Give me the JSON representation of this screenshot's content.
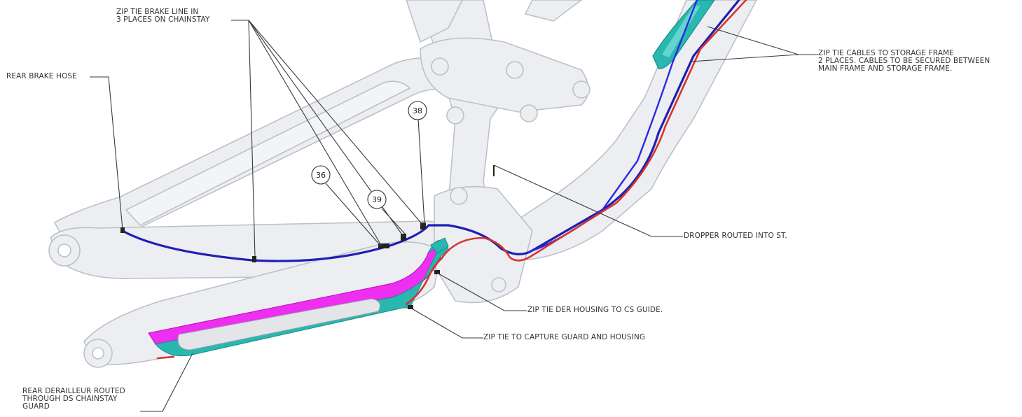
{
  "callouts": {
    "zip_tie_brake_line": [
      "ZIP TIE BRAKE LINE IN",
      "3 PLACES ON CHAINSTAY"
    ],
    "rear_brake_hose": [
      "REAR BRAKE HOSE"
    ],
    "zip_tie_storage_frame": [
      "ZIP TIE CABLES TO STORAGE FRAME",
      "2 PLACES. CABLES TO BE SECURED BETWEEN",
      "MAIN FRAME AND STORAGE FRAME."
    ],
    "dropper_routed": [
      "DROPPER ROUTED INTO ST."
    ],
    "zip_tie_der_housing": [
      "ZIP TIE DER HOUSING TO CS GUIDE."
    ],
    "zip_tie_capture_guard": [
      "ZIP TIE TO CAPTURE GUARD AND HOUSING"
    ],
    "rear_derailleur_routed": [
      "REAR DERAILLEUR ROUTED",
      "THROUGH DS CHAINSTAY",
      "GUARD"
    ]
  },
  "part_bubbles": [
    "38",
    "36",
    "39"
  ],
  "colors": {
    "frame_fill": "#eceef1",
    "frame_stroke": "#b9bec6",
    "brake_hose": "#1f1fb4",
    "derailleur_housing": "#d8322f",
    "guard_magenta": "#ee2ef0",
    "guard_teal": "#28b8b0",
    "leader": "#3a3a3a"
  }
}
